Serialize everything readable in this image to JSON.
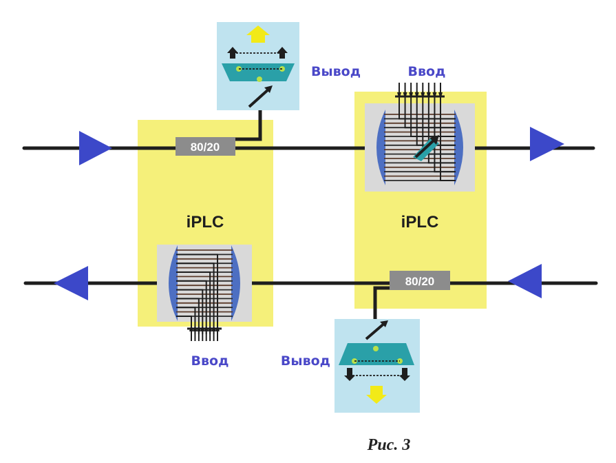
{
  "colors": {
    "panel_yellow": "#f5f07a",
    "wss_gray": "#d9d9d9",
    "lens_blue": "#4d6fc2",
    "amplifier_blue": "#3c48c9",
    "splitter_gray": "#8c8c8c",
    "drop_panel": "#bfe3ef",
    "filter_teal": "#2aa0a8",
    "arrow_yellow": "#f2ea18",
    "fiber": "#1e1e1e",
    "label_blue": "#4a48c8"
  },
  "nodes": [
    {
      "id": "iplc-left",
      "label": "iPLC",
      "splitter_label": "80/20",
      "drop_label": "Вывод",
      "add_label": "Ввод"
    },
    {
      "id": "iplc-right",
      "label": "iPLC",
      "splitter_label": "80/20",
      "drop_label": "Вывод",
      "add_label": "Ввод"
    }
  ],
  "directions": {
    "top_line": "left-to-right",
    "bottom_line": "right-to-left"
  },
  "caption": "Рис. 3"
}
